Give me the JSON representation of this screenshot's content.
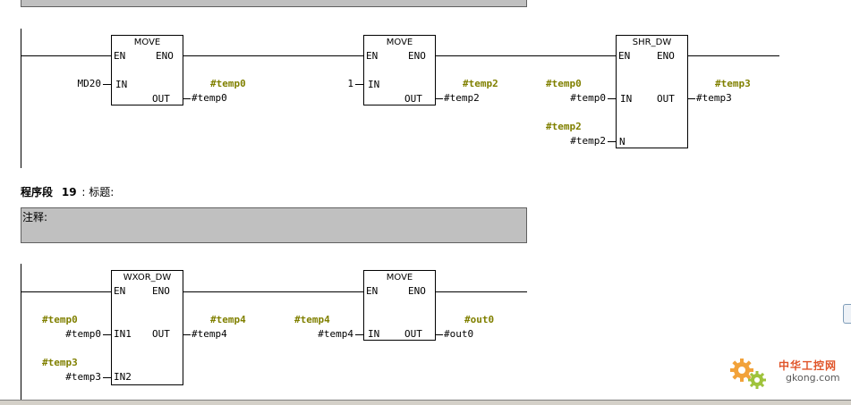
{
  "network18": {
    "move1": {
      "title": "MOVE",
      "en": "EN",
      "eno": "ENO",
      "in_pin": "IN",
      "out_pin": "OUT",
      "in_val": "MD20",
      "out_val": "#temp0",
      "out_sym": "#temp0"
    },
    "move2": {
      "title": "MOVE",
      "en": "EN",
      "eno": "ENO",
      "in_pin": "IN",
      "out_pin": "OUT",
      "in_val": "1",
      "out_val": "#temp2",
      "out_sym": "#temp2"
    },
    "shr": {
      "title": "SHR_DW",
      "en": "EN",
      "eno": "ENO",
      "in_pin": "IN",
      "out_pin": "OUT",
      "n_pin": "N",
      "in_val": "#temp0",
      "in_sym": "#temp0",
      "n_val": "#temp2",
      "n_sym": "#temp2",
      "out_val": "#temp3",
      "out_sym": "#temp3"
    }
  },
  "network19": {
    "header": {
      "label": "程序段",
      "number": "19",
      "sep": ":",
      "title": "标题:"
    },
    "comment": {
      "label": "注释:"
    },
    "wxor": {
      "title": "WXOR_DW",
      "en": "EN",
      "eno": "ENO",
      "in1_pin": "IN1",
      "in2_pin": "IN2",
      "out_pin": "OUT",
      "in1_val": "#temp0",
      "in1_sym": "#temp0",
      "in2_val": "#temp3",
      "in2_sym": "#temp3",
      "out_val": "#temp4",
      "out_sym": "#temp4"
    },
    "move": {
      "title": "MOVE",
      "en": "EN",
      "eno": "ENO",
      "in_pin": "IN",
      "out_pin": "OUT",
      "in_val": "#temp4",
      "in_sym": "#temp4",
      "out_val": "#out0",
      "out_sym": "#out0"
    }
  },
  "watermark": {
    "site": "中华工控网",
    "domain": "gkong.com"
  },
  "colors": {
    "symbol": "#808000",
    "comment_bg": "#c0c0c0"
  }
}
